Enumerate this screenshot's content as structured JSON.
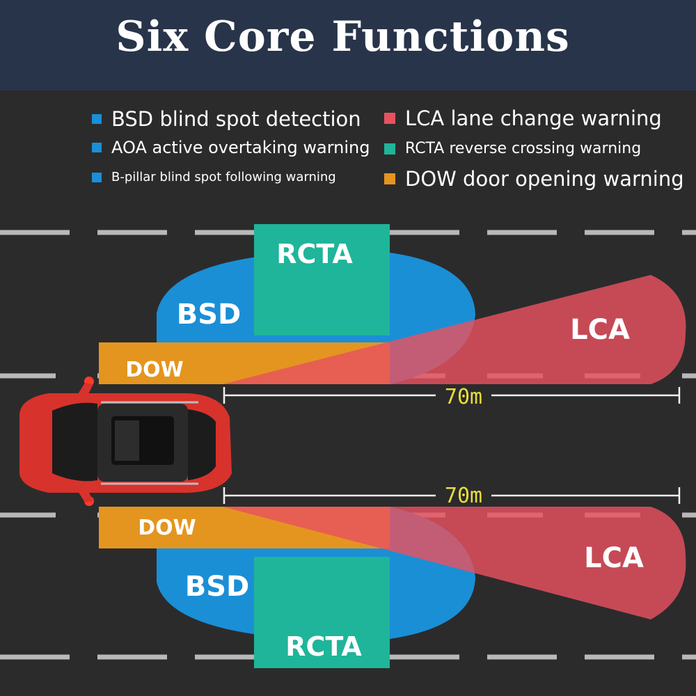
{
  "title": "Six Core Functions",
  "legend": [
    {
      "label": "BSD blind spot detection",
      "color": "#1a8fd6"
    },
    {
      "label": "AOA active overtaking warning",
      "color": "#1a8fd6"
    },
    {
      "label": "B-pillar blind spot following warning",
      "color": "#1a8fd6"
    },
    {
      "label": "LCA lane change warning",
      "color": "#e8525f"
    },
    {
      "label": "RCTA reverse crossing warning",
      "color": "#1fb59a"
    },
    {
      "label": "DOW door opening warning",
      "color": "#e4951f"
    }
  ],
  "zones": {
    "rcta": "RCTA",
    "bsd": "BSD",
    "dow": "DOW",
    "lca": "LCA"
  },
  "distance": "70m",
  "colors": {
    "bsd": "#1a8fd6",
    "rcta": "#1fb59a",
    "dow": "#e4951f",
    "lca": "#e8525f",
    "road": "#2b2b2c",
    "title_bar": "#283449",
    "distance_text": "#e8de3a",
    "car": "#d8322c"
  }
}
